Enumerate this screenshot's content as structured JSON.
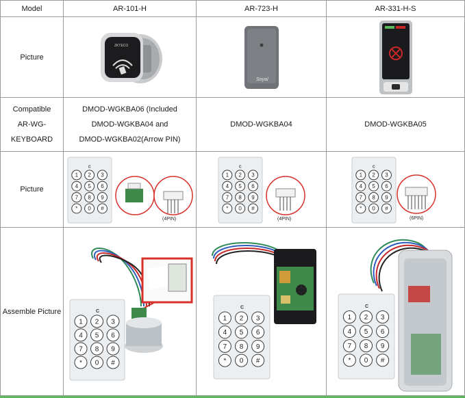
{
  "header": {
    "col_model": "Model",
    "models": [
      "AR-101-H",
      "AR-723-H",
      "AR-331-H-S"
    ]
  },
  "rows": {
    "picture_label": "Picture",
    "compatible_label_lines": [
      "Compatible",
      "AR-WG-",
      "KEYBOARD"
    ],
    "compatible_values": {
      "ar101_lines": [
        "DMOD-WGKBA06 (Included",
        "DMOD-WGKBA04 and",
        "DMOD-WGKBA02(Arrow PIN)"
      ],
      "ar723": "DMOD-WGKBA04",
      "ar331": "DMOD-WGKBA05"
    },
    "keyboard_picture_label": "Picture",
    "pin_labels": [
      "(4PIN)",
      "(4PIN)",
      "(6PIN)"
    ],
    "assemble_label": "Assemble Picture"
  },
  "keypad": {
    "keys": [
      "1",
      "2",
      "3",
      "4",
      "5",
      "6",
      "7",
      "8",
      "9",
      "*",
      "0",
      "#"
    ],
    "brand_mark": "C"
  },
  "device_text": {
    "ar101_reader_text": "ZKTECO",
    "ar723_signature": "Soyal"
  },
  "colors": {
    "grid": "#9a9a9a",
    "reader_gray": "#6f7276",
    "keypad_face": "#eceff2",
    "callout_red": "#d8302a",
    "pcb_green": "#3f8a4a",
    "wire_green": "#2e8b57",
    "wire_blue": "#2f5dbf",
    "wire_red": "#c62828",
    "status_green": "#5cb85c"
  }
}
